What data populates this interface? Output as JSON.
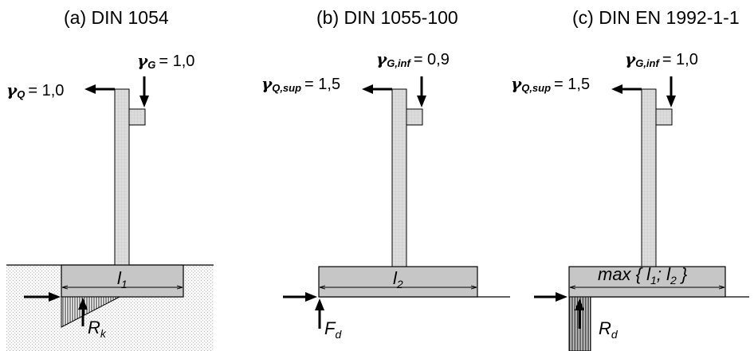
{
  "panels": [
    {
      "title": "(a) DIN 1054",
      "gamma_q": {
        "symbol": "γ",
        "sub": "Q",
        "value": "= 1,0"
      },
      "gamma_g": {
        "symbol": "γ",
        "sub": "G",
        "value": "= 1,0"
      },
      "width_label": {
        "main": "l",
        "sub": "1"
      },
      "reaction_label": {
        "main": "R",
        "sub": "k"
      }
    },
    {
      "title": "(b) DIN 1055-100",
      "gamma_q": {
        "symbol": "γ",
        "sub": "Q,sup",
        "value": "= 1,5"
      },
      "gamma_g": {
        "symbol": "γ",
        "sub": "G,inf",
        "value": "= 0,9"
      },
      "width_label": {
        "main": "l",
        "sub": "2"
      },
      "reaction_label": {
        "main": "F",
        "sub": "d"
      }
    },
    {
      "title": "(c) DIN EN 1992-1-1",
      "gamma_q": {
        "symbol": "γ",
        "sub": "Q,sup",
        "value": "= 1,5"
      },
      "gamma_g": {
        "symbol": "γ",
        "sub": "G,inf",
        "value": "= 1,0"
      },
      "width_label": {
        "pre": "max { ",
        "main1": "l",
        "sub1": "1",
        "sep": "; ",
        "main2": "l",
        "sub2": "2",
        "post": " }"
      },
      "reaction_label": {
        "main": "R",
        "sub": "d"
      }
    }
  ]
}
